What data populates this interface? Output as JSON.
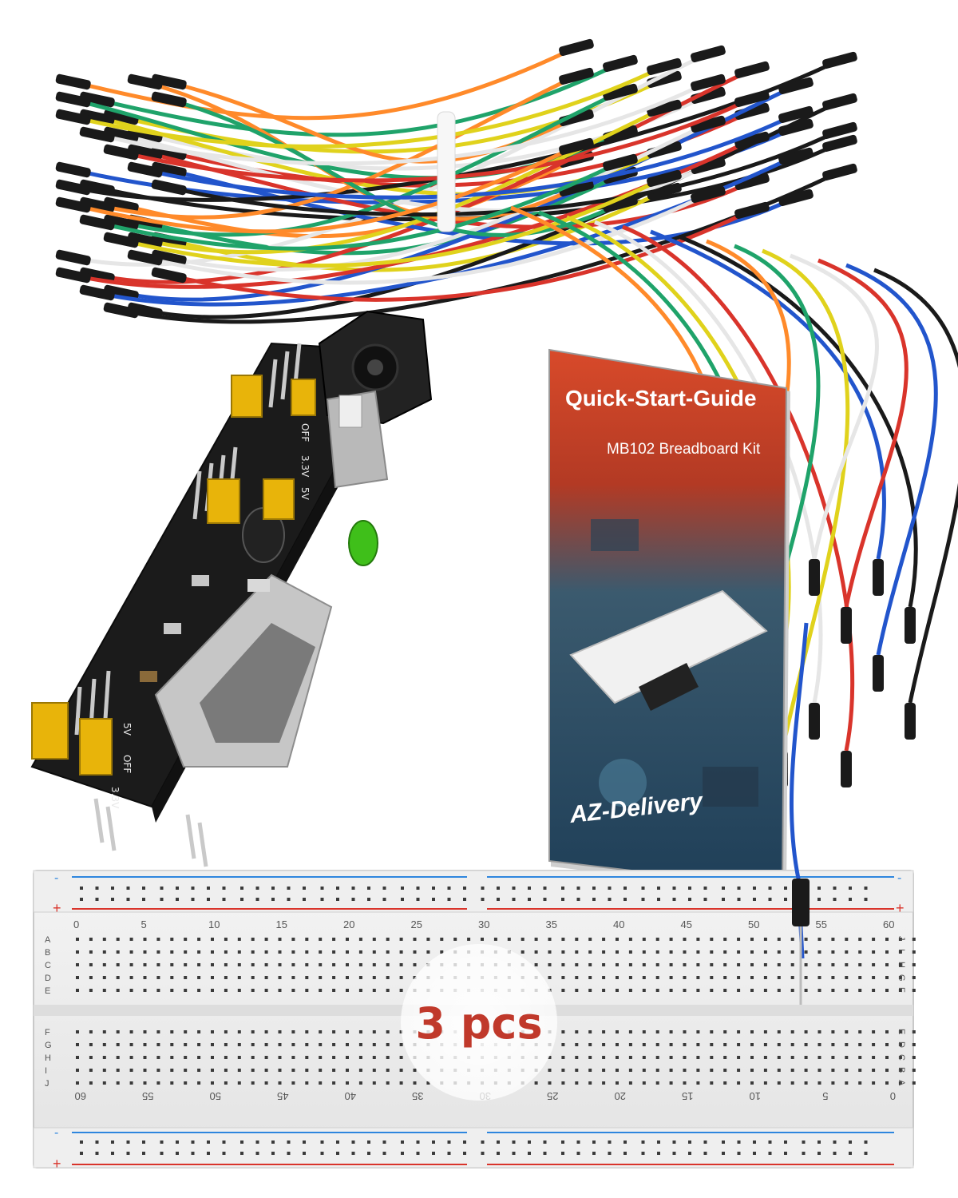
{
  "guide": {
    "title": "Quick-Start-Guide",
    "subtitle": "MB102 Breadboard Kit",
    "brand": "AZ-Delivery"
  },
  "badge": {
    "text": "3 pcs"
  },
  "power_module": {
    "labels": {
      "off": "OFF",
      "v33": "3.3V",
      "v5": "5V"
    }
  },
  "breadboard": {
    "top_numbers": [
      "0",
      "5",
      "10",
      "15",
      "20",
      "25",
      "30",
      "35",
      "40",
      "45",
      "50",
      "55",
      "60"
    ],
    "bottom_numbers": [
      "60",
      "55",
      "50",
      "45",
      "40",
      "35",
      "30",
      "25",
      "20",
      "15",
      "10",
      "5",
      "0"
    ],
    "rows_left_top": [
      "A",
      "B",
      "C",
      "D",
      "E"
    ],
    "rows_left_bottom": [
      "F",
      "G",
      "H",
      "I",
      "J"
    ],
    "rows_right_top": [
      "J",
      "I",
      "H",
      "G",
      "F"
    ],
    "rows_right_bottom": [
      "E",
      "D",
      "C",
      "B",
      "A"
    ],
    "rail_plus": "+",
    "rail_minus": "-"
  },
  "colors": {
    "badge_text": "#c0392b",
    "rail_red": "#d9342b",
    "rail_blue": "#2e86de",
    "pcb": "#1b1b1b",
    "jumper": "#e8b40a"
  }
}
